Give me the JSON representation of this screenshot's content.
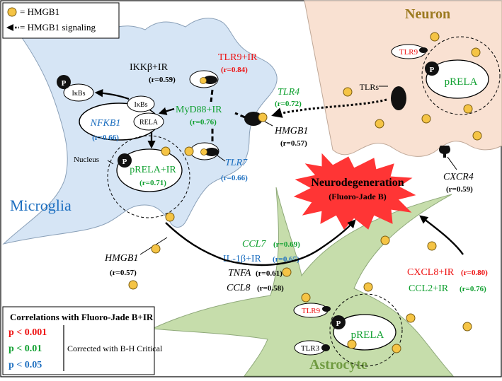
{
  "legend": {
    "hmgb1": "= HMGB1",
    "signaling": "= HMGB1  signaling"
  },
  "cells": {
    "neuron": "Neuron",
    "microglia": "Microglia",
    "astrocyte": "Astrocyte"
  },
  "microglia": {
    "ikkb_name": "IKKβ+IR",
    "ikkb_r": "(r=0.59)",
    "ikbs_outer": "IκBs",
    "ikbs_inner": "IκBs",
    "nfkb1_name": "NFKB1",
    "nfkb1_r": "(r=0.66)",
    "rela": "RELA",
    "tlr9_name": "TLR9+IR",
    "tlr9_r": "(r=0.84)",
    "myd88_name": "MyD88+IR",
    "myd88_r": "(r=0.76)",
    "tlr4_name": "TLR4",
    "tlr4_r": "(r=0.72)",
    "tlr7_name": "TLR7",
    "tlr7_r": "(r=0.66)",
    "nucleus": "Nucleus",
    "prela_name": "pRELA+IR",
    "prela_r": "(r=0.71)",
    "p": "P"
  },
  "hmgb1_center": {
    "name": "HMGB1",
    "r": "(r=0.57)"
  },
  "hmgb1_left": {
    "name": "HMGB1",
    "r": "(r=0.57)"
  },
  "neuron": {
    "tlr9": "TLR9",
    "tlrs": "TLRs",
    "prela": "pRELA",
    "p": "P"
  },
  "cxcr4": {
    "name": "CXCR4",
    "r": "(r=0.59)"
  },
  "neurodegeneration": {
    "title": "Neurodegeneration",
    "subtitle": "(Fluoro-Jade  B)"
  },
  "cytokines": {
    "ccl7_name": "CCL7",
    "ccl7_r": "(r=0.69)",
    "il1b_name": "IL-1β+IR",
    "il1b_r": "(r=0.65)",
    "tnfa_name": "TNFA",
    "tnfa_r": "(r=0.61)",
    "ccl8_name": "CCL8",
    "ccl8_r": "(r=0.58)"
  },
  "chemokines": {
    "cxcl8_name": "CXCL8+IR",
    "cxcl8_r": "(r=0.80)",
    "ccl2_name": "CCL2+IR",
    "ccl2_r": "(r=0.76)"
  },
  "astrocyte": {
    "tlr9": "TLR9",
    "tlr3": "TLR3",
    "prela": "pRELA",
    "p": "P"
  },
  "correlations": {
    "title": "Correlations with Fluoro-Jade B+IR",
    "p001": "p < 0.001",
    "p01": "p < 0.01",
    "p05": "p < 0.05",
    "note": "Corrected with B-H Critical"
  },
  "colors": {
    "red": "#ee1111",
    "green": "#10a030",
    "blue": "#1d6fc0",
    "microglia_fill": "#d6e5f5",
    "neuron_fill": "#f9e1d2",
    "astrocyte_fill": "#c6ddab",
    "hmgb1_dot": "#f5c445",
    "burst": "#ff3535"
  }
}
